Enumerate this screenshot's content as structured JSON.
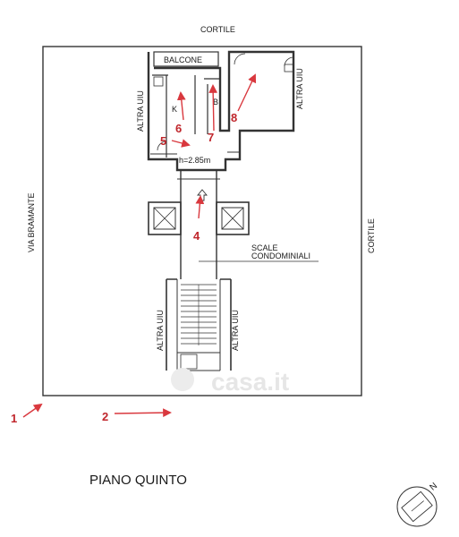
{
  "labels": {
    "courtyard_top": "CORTILE",
    "courtyard_right": "CORTILE",
    "street_left": "VIA BRAMANTE",
    "balcony": "BALCONE",
    "kitchen": "K",
    "bath": "B",
    "ceiling_height": "h=2.85m",
    "stairs_line1": "SCALE",
    "stairs_line2": "CONDOMINIALI",
    "other_unit": "ALTRA UIU",
    "floor_title": "PIANO QUINTO",
    "north": "N",
    "watermark": "casa.it"
  },
  "arrows": [
    "1",
    "2",
    "4",
    "5",
    "6",
    "7",
    "8"
  ],
  "colors": {
    "arrow": "#d9383e",
    "number": "#c0262c",
    "wall": "#333333",
    "watermark": "#e6e6e6"
  }
}
